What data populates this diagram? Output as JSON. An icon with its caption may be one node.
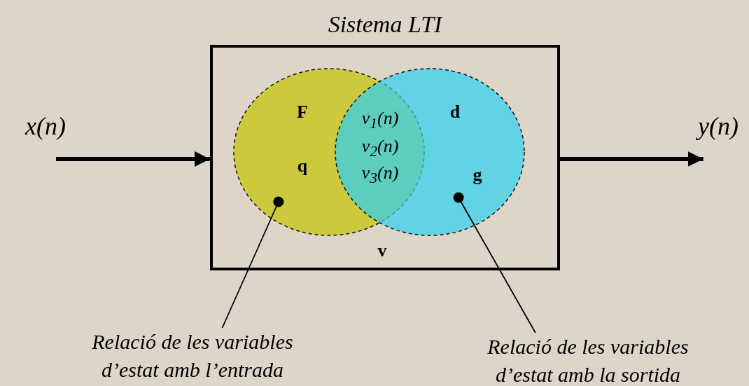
{
  "diagram": {
    "nodes": [
      {
        "text": [
          "Sistema LTI",
          "v"
        ]
      },
      {
        "text": [
          "F",
          "q"
        ],
        "in": 0
      },
      {
        "text": [
          "d",
          "g"
        ],
        "in": 0
      },
      {
        "text": [
          "x(n)"
        ]
      },
      {
        "text": [
          "y(n)"
        ]
      },
      {
        "text": [
          "Relació de les variables d’estat amb l’entrada"
        ]
      },
      {
        "text": [
          "Relació de les variables d’estat amb la sortida"
        ]
      }
    ],
    "edges": [
      {
        "from": 3,
        "to": 0,
        "arrow": "to",
        "style": "thick"
      },
      {
        "from": 0,
        "to": 4,
        "arrow": "to",
        "style": "thick"
      },
      {
        "from": 5,
        "to": 1,
        "arrow": "other"
      },
      {
        "from": 6,
        "to": 2,
        "arrow": "other"
      }
    ],
    "labels": [
      "v$_{1}$(n)",
      "v$_{2}$(n)",
      "v$_{3}$(n)"
    ]
  }
}
